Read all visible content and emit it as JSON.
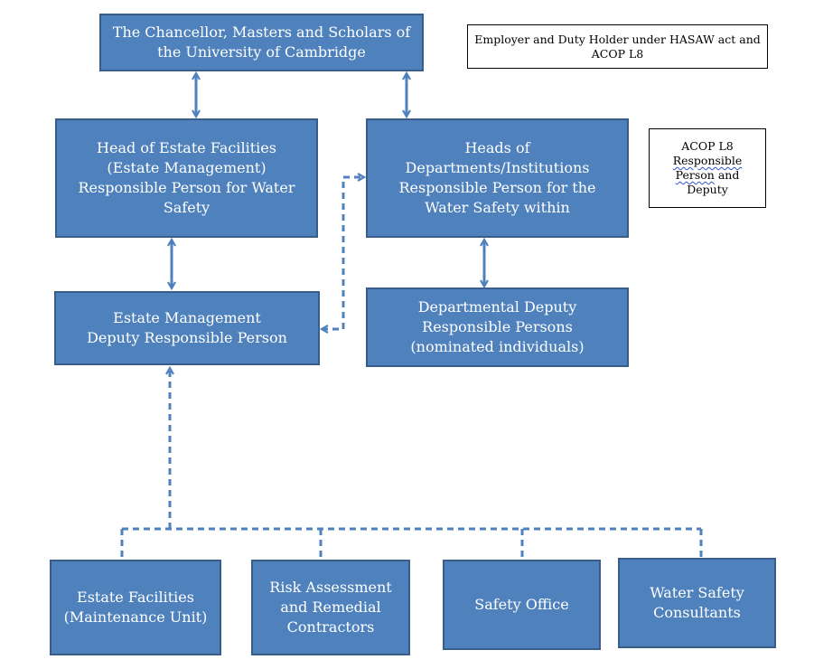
{
  "boxes": {
    "chancellor": [
      "The Chancellor, Masters and Scholars of",
      "the University of Cambridge"
    ],
    "head_estate": [
      "Head of Estate Facilities",
      "(Estate Management)",
      "Responsible Person for Water",
      "Safety"
    ],
    "heads_departments": [
      "Heads of",
      "Departments/Institutions",
      "Responsible Person for the",
      "Water Safety within"
    ],
    "estate_deputy": [
      "Estate Management",
      "Deputy Responsible Person"
    ],
    "departmental_deputy": [
      "Departmental Deputy",
      "Responsible Persons",
      "(nominated individuals)"
    ],
    "estate_facilities": [
      "Estate Facilities",
      "(Maintenance Unit)"
    ],
    "risk_assessment": [
      "Risk Assessment",
      "and Remedial",
      "Contractors"
    ],
    "safety_office": [
      "Safety Office"
    ],
    "water_consultants": [
      "Water Safety",
      "Consultants"
    ]
  },
  "notes": {
    "employer": [
      "Employer and Duty Holder under HASAW act and",
      "ACOP L8"
    ],
    "acop": {
      "line1": "ACOP L8",
      "line2": "Responsible",
      "line3_a": "Person",
      "line3_b": " and",
      "line4": "Deputy"
    }
  },
  "colors": {
    "box_fill": "#4f81bd",
    "box_border": "#385d8a",
    "connector": "#4f81bd"
  }
}
